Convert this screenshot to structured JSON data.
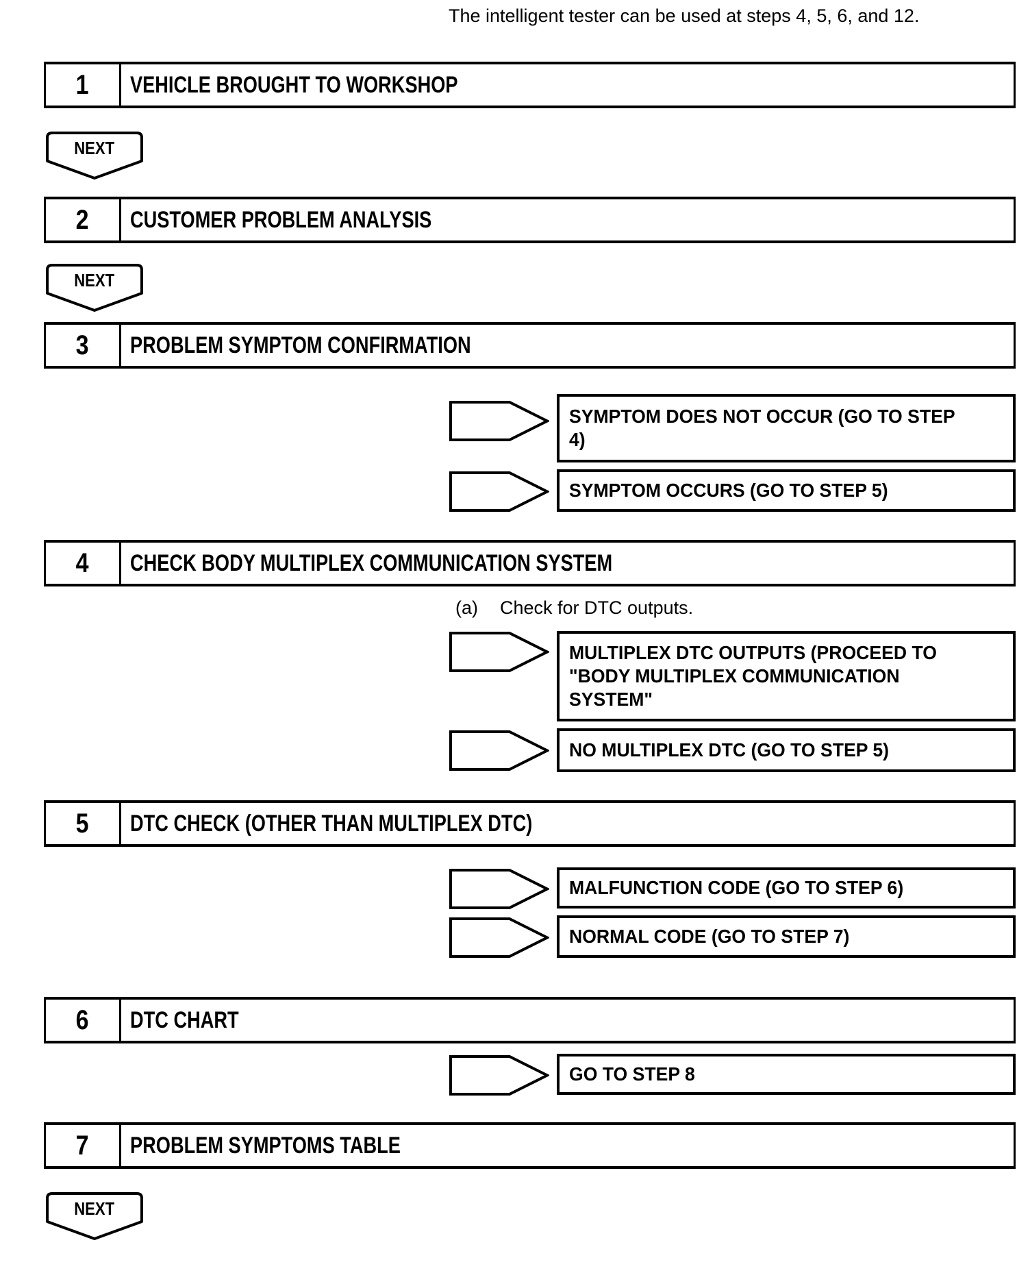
{
  "note": "The intelligent tester can be used at steps 4, 5, 6, and 12.",
  "next_label": "NEXT",
  "annotation": {
    "label": "(a)",
    "text": "Check for DTC outputs."
  },
  "steps": [
    {
      "num": "1",
      "title": "VEHICLE BROUGHT TO WORKSHOP"
    },
    {
      "num": "2",
      "title": "CUSTOMER PROBLEM ANALYSIS"
    },
    {
      "num": "3",
      "title": "PROBLEM SYMPTOM CONFIRMATION"
    },
    {
      "num": "4",
      "title": "CHECK BODY MULTIPLEX COMMUNICATION SYSTEM"
    },
    {
      "num": "5",
      "title": "DTC CHECK (OTHER THAN MULTIPLEX DTC)"
    },
    {
      "num": "6",
      "title": "DTC CHART"
    },
    {
      "num": "7",
      "title": "PROBLEM SYMPTOMS TABLE"
    }
  ],
  "results": [
    {
      "text": "SYMPTOM DOES NOT OCCUR (GO TO STEP\n4)"
    },
    {
      "text": "SYMPTOM OCCURS (GO TO STEP 5)"
    },
    {
      "text": "MULTIPLEX DTC OUTPUTS (PROCEED TO\n\"BODY MULTIPLEX COMMUNICATION\nSYSTEM\""
    },
    {
      "text": "NO MULTIPLEX DTC (GO TO STEP 5)"
    },
    {
      "text": "MALFUNCTION CODE (GO TO STEP 6)"
    },
    {
      "text": "NORMAL CODE (GO TO STEP 7)"
    },
    {
      "text": "GO TO STEP 8"
    }
  ],
  "colors": {
    "ink": "#000000",
    "paper": "#ffffff"
  }
}
